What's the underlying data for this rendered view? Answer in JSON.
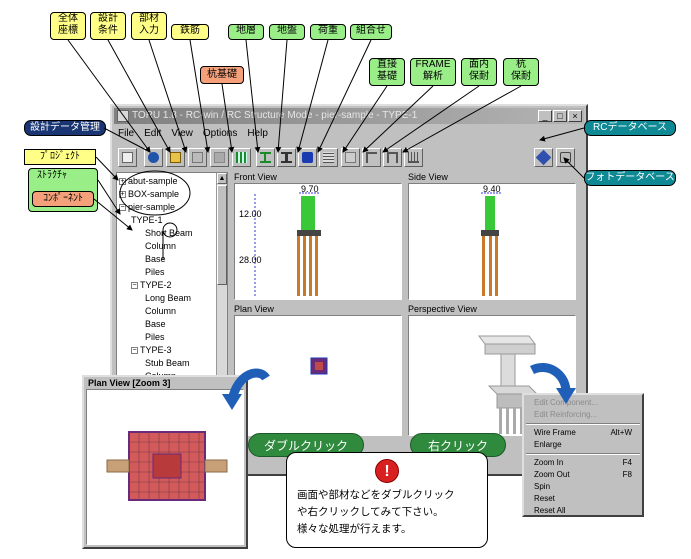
{
  "window": {
    "title": "TORU 1.8 - RC-win / RC Structure Mode - pier-sample - TYPE-1",
    "controls": [
      "_",
      "□",
      "×"
    ]
  },
  "menu": [
    "File",
    "Edit",
    "View",
    "Options",
    "Help"
  ],
  "tree": {
    "rows": [
      {
        "expander": "+",
        "label": "abut-sample"
      },
      {
        "expander": "+",
        "label": "BOX-sample"
      },
      {
        "expander": "−",
        "label": "pier-sample"
      },
      {
        "expander": "",
        "label": "TYPE-1"
      },
      {
        "expander": "",
        "label": "Short Beam"
      },
      {
        "expander": "",
        "label": "Column"
      },
      {
        "expander": "",
        "label": "Base"
      },
      {
        "expander": "",
        "label": "Piles"
      },
      {
        "expander": "−",
        "label": "TYPE-2"
      },
      {
        "expander": "",
        "label": "Long Beam"
      },
      {
        "expander": "",
        "label": "Column"
      },
      {
        "expander": "",
        "label": "Base"
      },
      {
        "expander": "",
        "label": "Piles"
      },
      {
        "expander": "−",
        "label": "TYPE-3"
      },
      {
        "expander": "",
        "label": "Stub Beam"
      },
      {
        "expander": "",
        "label": "Column"
      }
    ]
  },
  "views": {
    "front": {
      "label": "Front View",
      "dim_top": "9.70",
      "dim_a": "12.00",
      "dim_b": "28.00"
    },
    "side": {
      "label": "Side View",
      "dim_top": "9.40"
    },
    "plan": {
      "label": "Plan View"
    },
    "perspective": {
      "label": "Perspective View"
    }
  },
  "zoom_window": {
    "label": "Plan View   [Zoom 3]"
  },
  "context_menu": [
    {
      "label": "Edit Component...",
      "shortcut": "",
      "disabled": true
    },
    {
      "label": "Edit Reinforcing...",
      "shortcut": "",
      "disabled": true
    },
    {
      "sep": true
    },
    {
      "label": "Wire Frame",
      "shortcut": "Alt+W",
      "disabled": false
    },
    {
      "label": "Enlarge",
      "shortcut": "",
      "disabled": false
    },
    {
      "sep": true
    },
    {
      "label": "Zoom In",
      "shortcut": "F4",
      "disabled": false
    },
    {
      "label": "Zoom Out",
      "shortcut": "F8",
      "disabled": false
    },
    {
      "label": "Spin",
      "shortcut": "",
      "disabled": false
    },
    {
      "label": "Reset",
      "shortcut": "",
      "disabled": false
    },
    {
      "label": "Reset All",
      "shortcut": "",
      "disabled": false
    }
  ],
  "callouts": {
    "zentai": "全体\n座標",
    "sekkei": "設計\n条件",
    "buzai": "部材\n入力",
    "tekkin": "鉄筋",
    "chisou": "地層",
    "jiban": "地盤",
    "kaju": "荷重",
    "kumiawase": "組合せ",
    "kuikiso": "杭基礎",
    "chokusetsu": "直接\n基礎",
    "frame": "FRAME\n解析",
    "mennai": "面内\n保耐",
    "kuihotai": "杭\n保耐",
    "sekkei_data": "設計データ管理",
    "project": "ﾌﾟﾛｼﾞｪｸﾄ",
    "structure": "ｽﾄﾗｸﾁｬ",
    "component": "ｺﾝﾎﾟｰﾈﾝﾄ",
    "rc_db": "RCデータベース",
    "photo_db": "フォトデータベース"
  },
  "pills": {
    "double_click": "ダブルクリック",
    "right_click": "右クリック"
  },
  "note": {
    "icon": "!",
    "lines": [
      "画面や部材などをダブルクリック",
      "や右クリックしてみて下さい。",
      "様々な処理が行えます。"
    ]
  },
  "colors": {
    "green": "#2f8a3e",
    "teal": "#0f8a95",
    "navy": "#1a3573",
    "arrow_blue": "#1f5fb8"
  }
}
